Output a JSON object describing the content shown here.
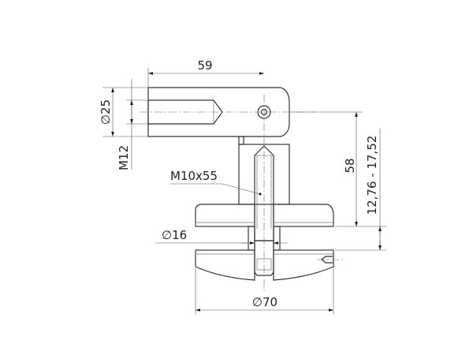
{
  "drawing": {
    "dimensions": {
      "length_top": "59",
      "diameter_arm": "∅25",
      "thread_arm": "M12",
      "screw": "M10x55",
      "height": "58",
      "glass_range": "12,76 - 17,52",
      "diameter_spacer": "∅16",
      "diameter_disc": "∅70"
    },
    "line_color": "#333333"
  }
}
